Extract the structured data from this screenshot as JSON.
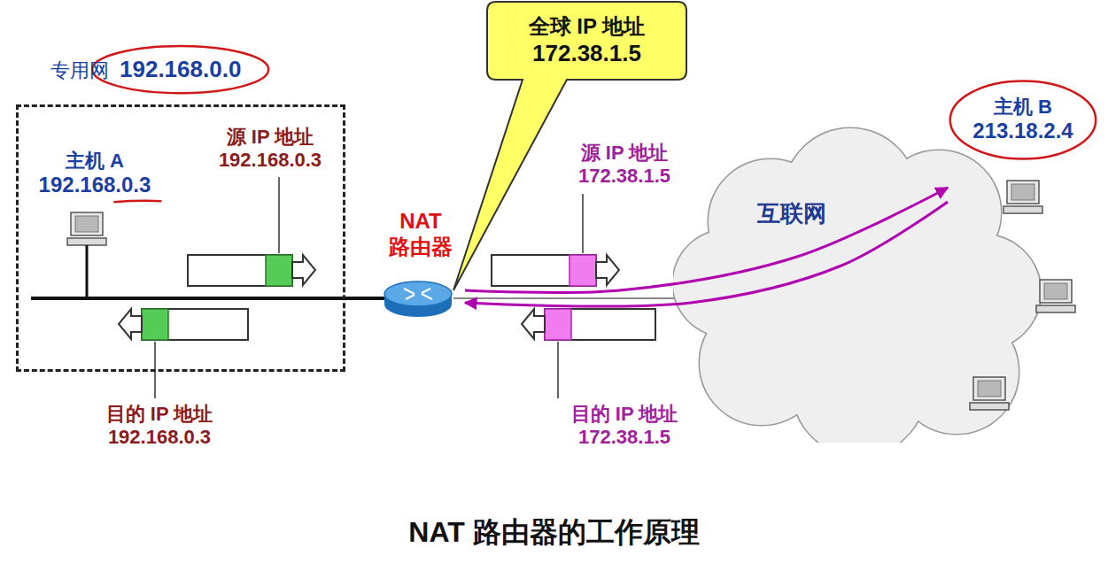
{
  "diagram": {
    "caption": "NAT 路由器的工作原理",
    "nodes": [
      {
        "text": [
          "专用网",
          "192.168.0.0"
        ]
      },
      {
        "text": [
          "主机 A",
          "192.168.0.3"
        ],
        "in": 0
      },
      {
        "text": [
          "NAT",
          "路由器"
        ]
      },
      {
        "text": [
          "全球 IP 地址",
          "172.38.1.5"
        ]
      },
      {
        "text": [
          "互联网"
        ]
      },
      {
        "text": [
          "主机 B",
          "213.18.2.4"
        ]
      }
    ],
    "edges": [
      {
        "from": 2,
        "to": 5,
        "arrow": "to"
      },
      {
        "from": 5,
        "to": 2,
        "arrow": "to"
      }
    ],
    "labels": [
      "源 IP 地址 192.168.0.3",
      "目的 IP 地址 192.168.0.3",
      "源 IP 地址 172.38.1.5",
      "目的 IP 地址 172.38.1.5"
    ]
  }
}
